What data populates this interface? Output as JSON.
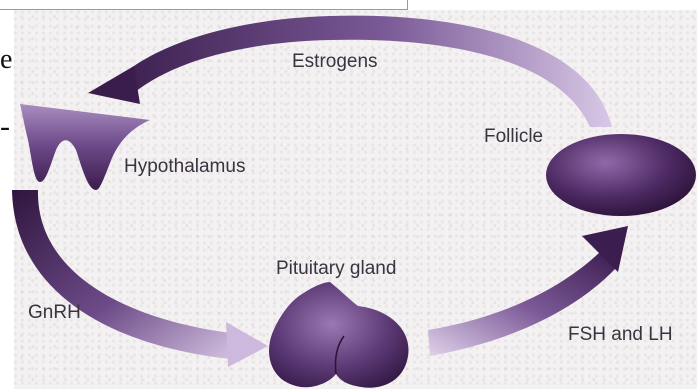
{
  "labels": {
    "estrogens": "Estrogens",
    "follicle": "Follicle",
    "hypothalamus": "Hypothalamus",
    "pituitary": "Pituitary gland",
    "gnrh": "GnRH",
    "fsh_lh": "FSH and LH"
  },
  "edge_chars": {
    "top": "e",
    "middle": "-"
  },
  "colors": {
    "dark_purple": "#3b1d4d",
    "mid_purple": "#6b4a86",
    "light_purple": "#d2bfe0",
    "label_text": "#3a3340"
  }
}
